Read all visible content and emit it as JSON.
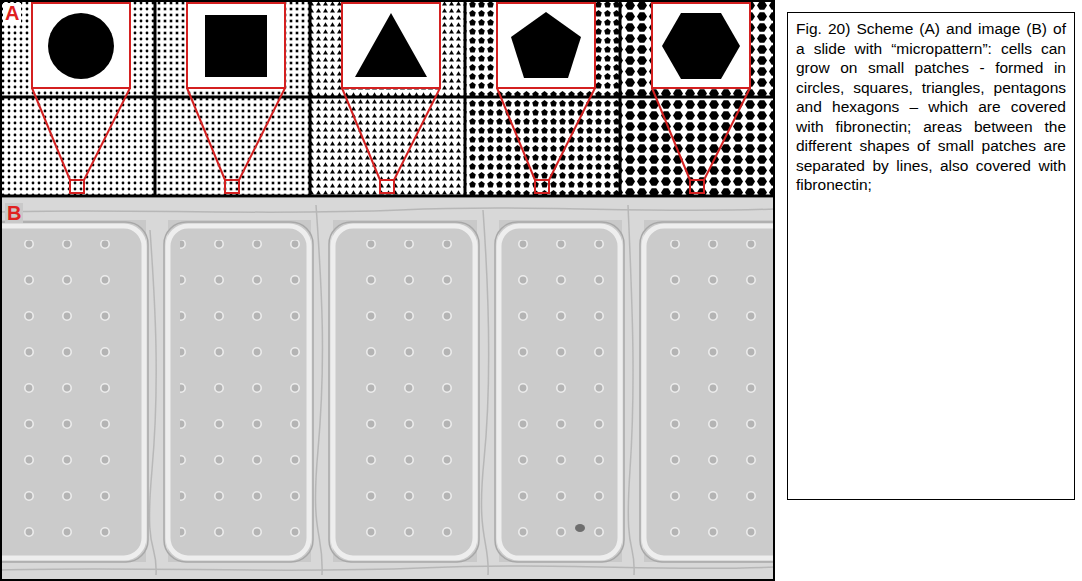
{
  "diagram": {
    "caption": "Fig. 20) Scheme (A) and image (B) of a slide with “micropattern”: cells can grow on small patches - formed in circles, squares, triangles, pentagons and hexagons – which are covered with fibronectin; areas between the different shapes of small patches are separated by lines, also covered with fibronectin;",
    "labels": [
      "A",
      "B"
    ]
  }
}
